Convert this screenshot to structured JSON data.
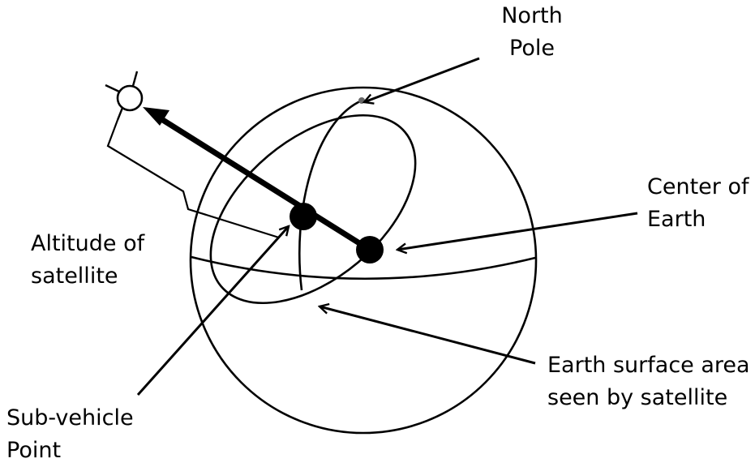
{
  "labels": {
    "north_pole": [
      "North",
      "Pole"
    ],
    "center_of_earth": [
      "Center of",
      "Earth"
    ],
    "altitude": [
      "Altitude of",
      "satellite"
    ],
    "surface_area": [
      "Earth surface area",
      "seen by satellite"
    ],
    "sub_vehicle": [
      "Sub-vehicle",
      "Point"
    ]
  },
  "colors": {
    "ink": "#000000",
    "background": "#ffffff"
  }
}
